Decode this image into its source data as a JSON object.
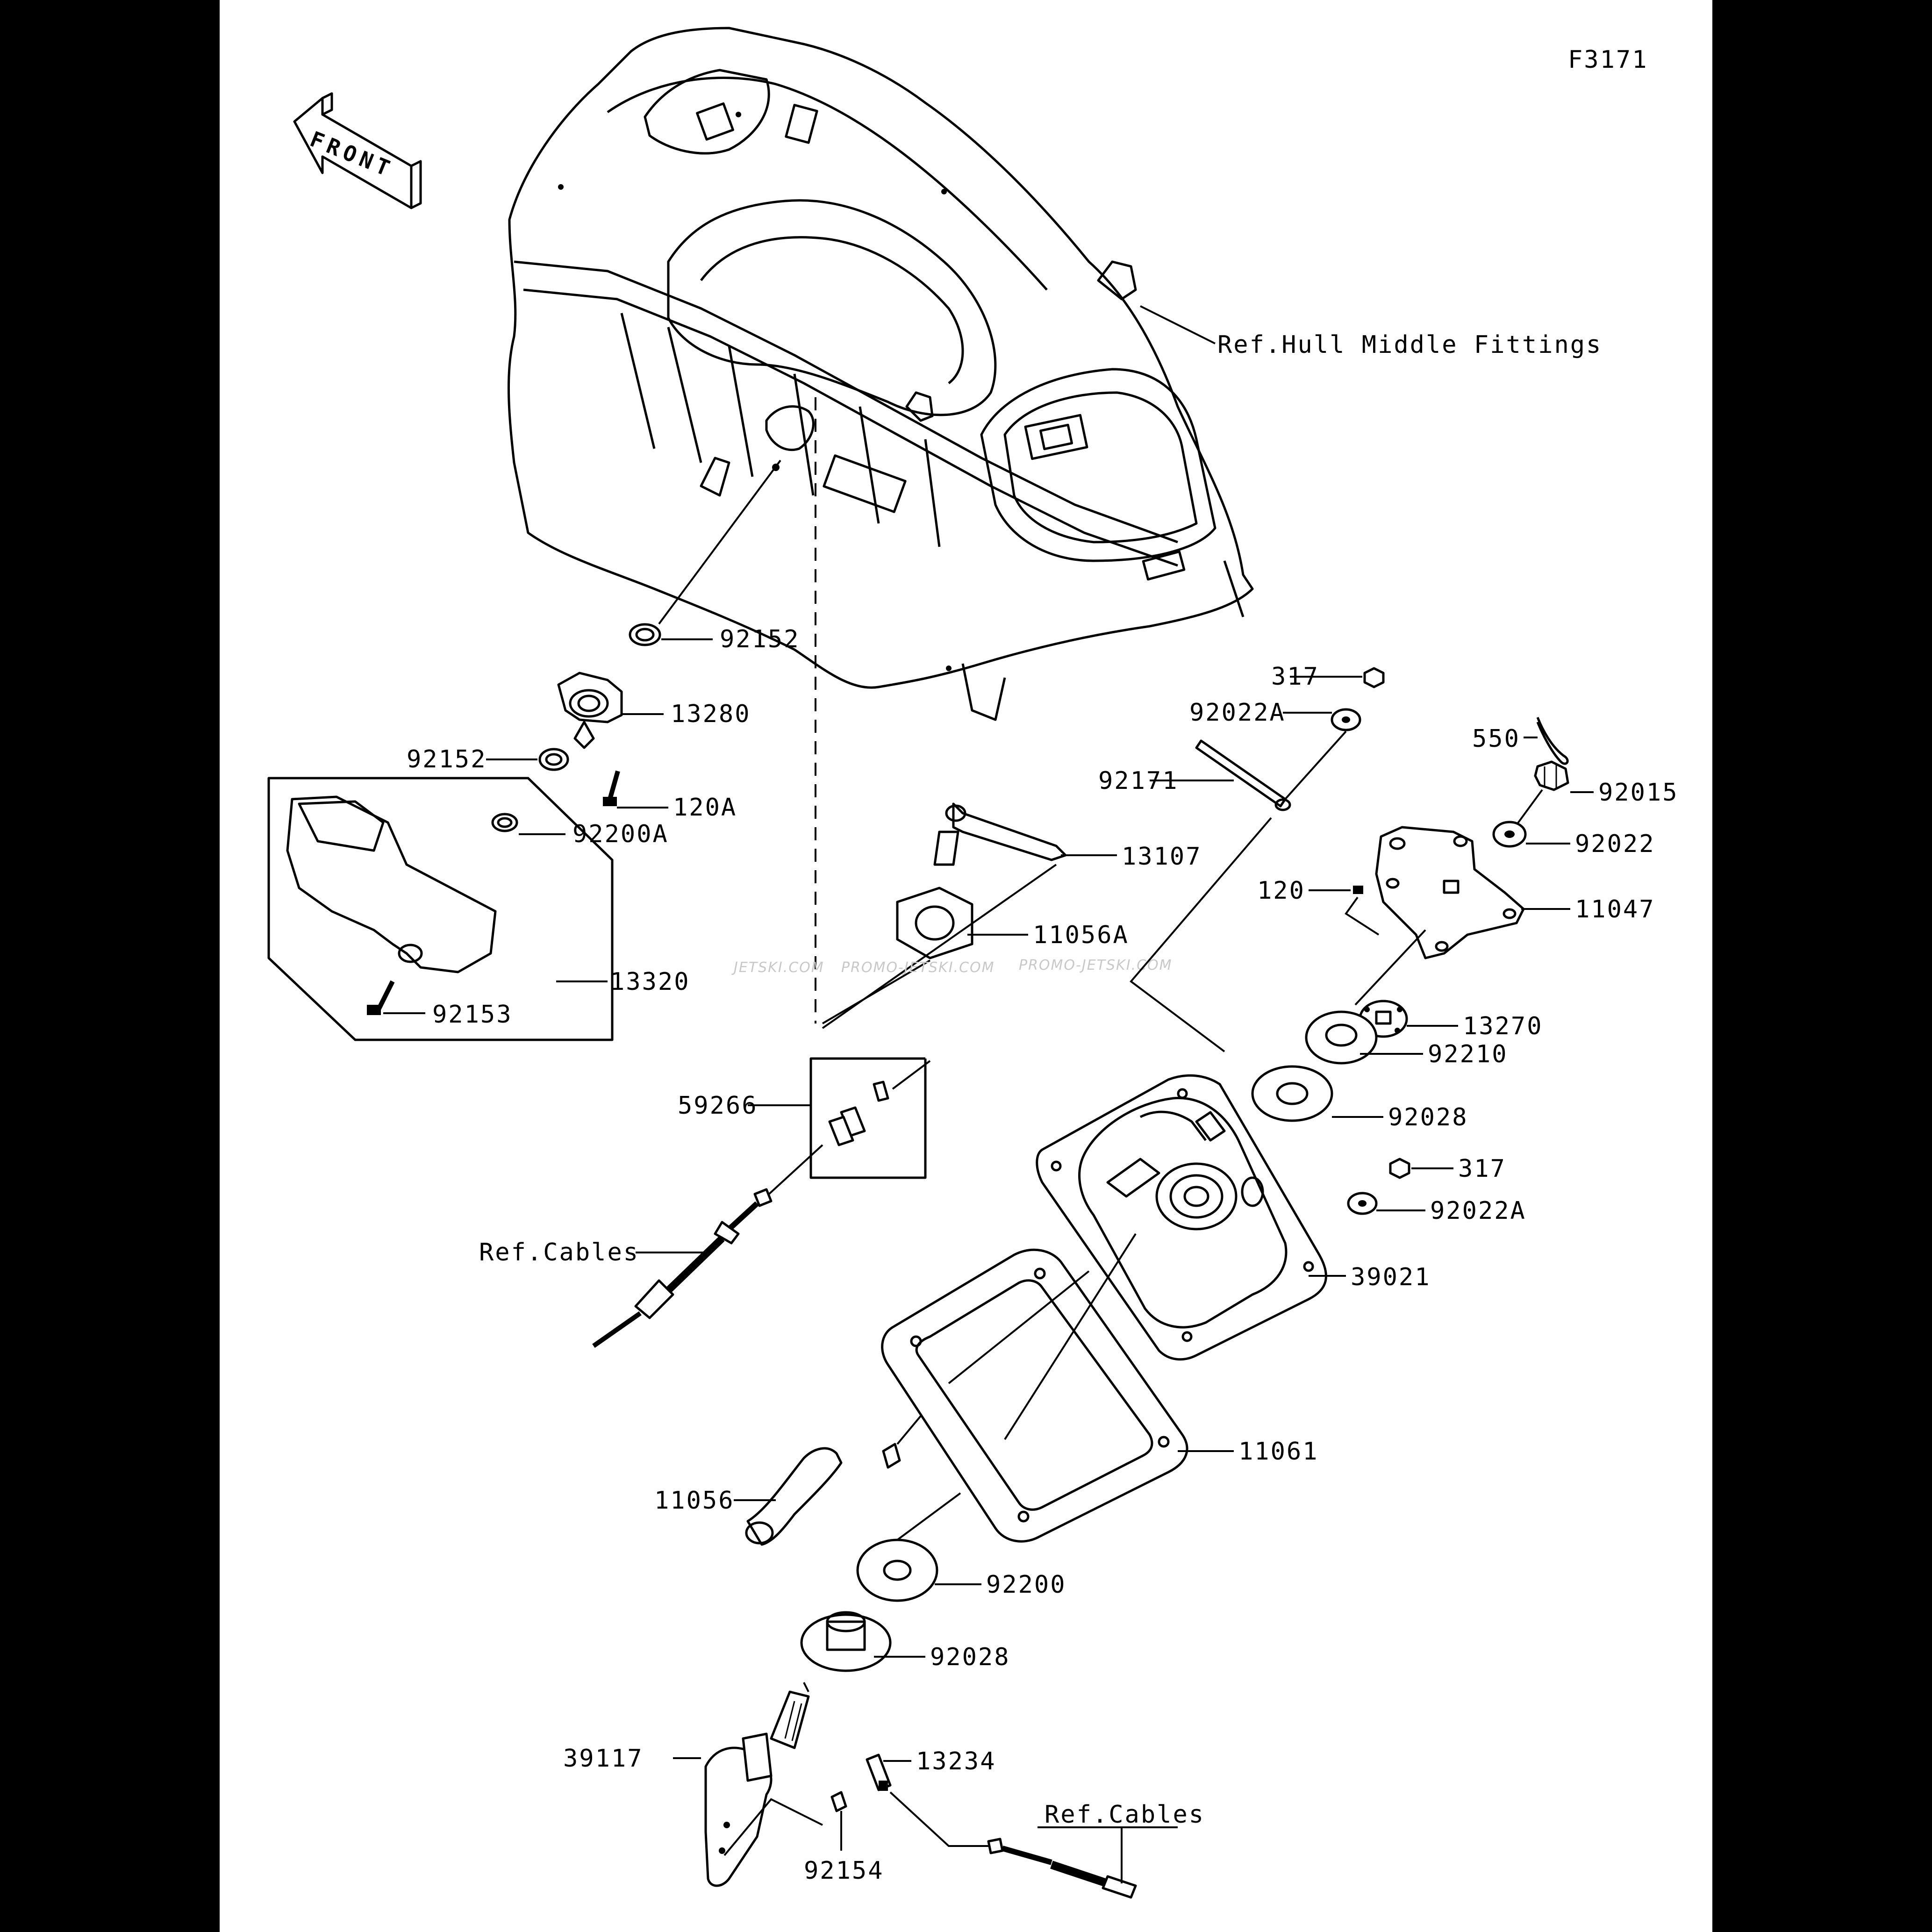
{
  "figure_code": "F3171",
  "front_badge": "FRONT",
  "watermarks": [
    "JETSKI.COM",
    "PROMO-JETSKI.COM",
    "PROMO-JETSKI.COM"
  ],
  "references": {
    "hull": "Ref.Hull Middle Fittings",
    "cables_upper": "Ref.Cables",
    "cables_lower": "Ref.Cables"
  },
  "part_labels": {
    "p92152_a": "92152",
    "p13280": "13280",
    "p92152_b": "92152",
    "p120A": "120A",
    "p92200A": "92200A",
    "p13320": "13320",
    "p92153": "92153",
    "p13107": "13107",
    "p11056A": "11056A",
    "p59266": "59266",
    "p317_a": "317",
    "p92022A_a": "92022A",
    "p92171": "92171",
    "p550": "550",
    "p92015": "92015",
    "p92022": "92022",
    "p120": "120",
    "p11047": "11047",
    "p13270": "13270",
    "p92210": "92210",
    "p92028_a": "92028",
    "p317_b": "317",
    "p92022A_b": "92022A",
    "p39021": "39021",
    "p11061": "11061",
    "p11056": "11056",
    "p92200": "92200",
    "p92028_b": "92028",
    "p39117": "39117",
    "p13234": "13234",
    "p92154": "92154"
  }
}
